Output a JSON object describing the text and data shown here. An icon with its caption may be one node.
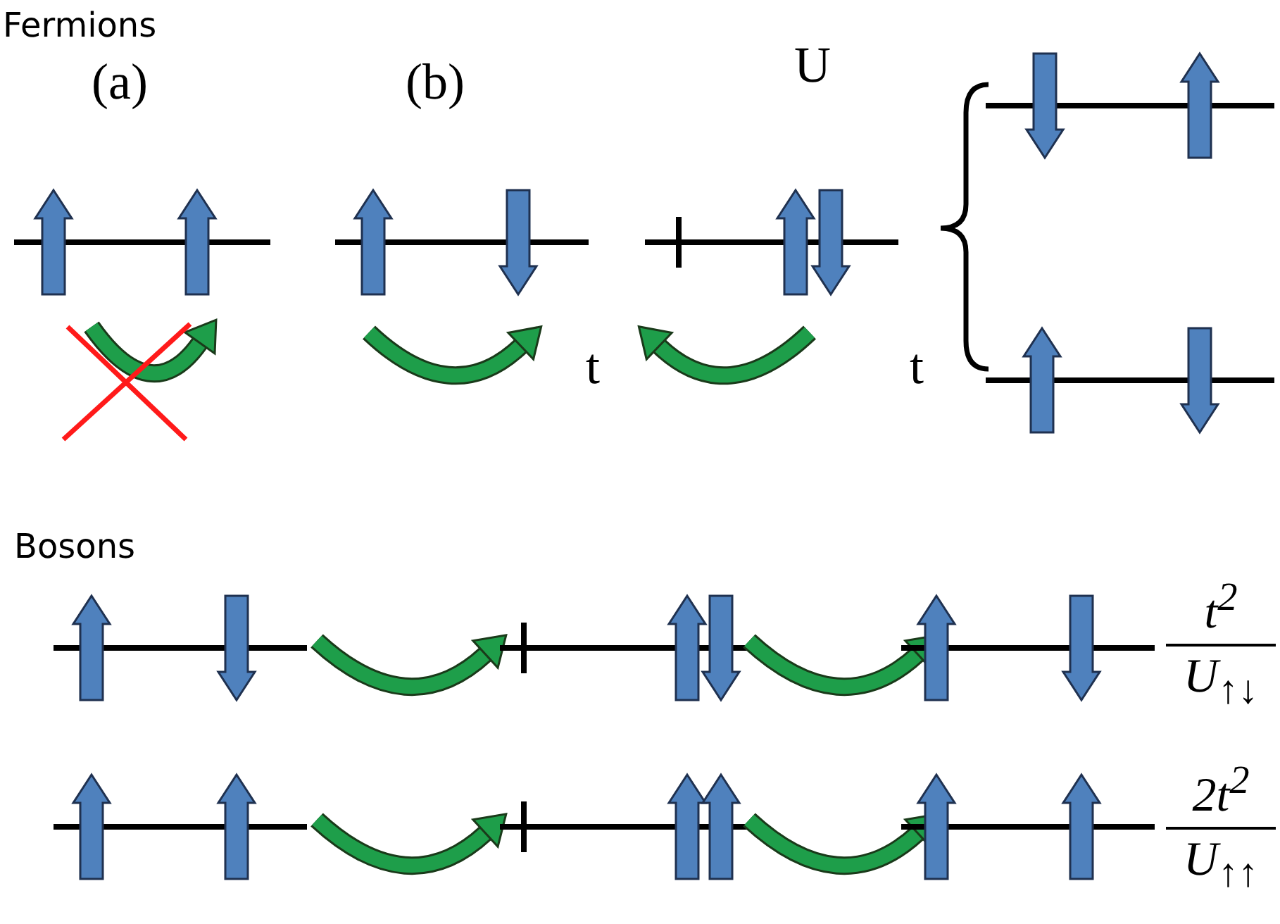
{
  "diagram": {
    "labels": [
      "Fermions",
      "(a)",
      "(b)",
      "U",
      "t",
      "t",
      "Bosons",
      "t$^{2}$",
      "U$_{↑↓}$",
      "2t$^{2}$",
      "U$_{↑↑}$"
    ]
  }
}
